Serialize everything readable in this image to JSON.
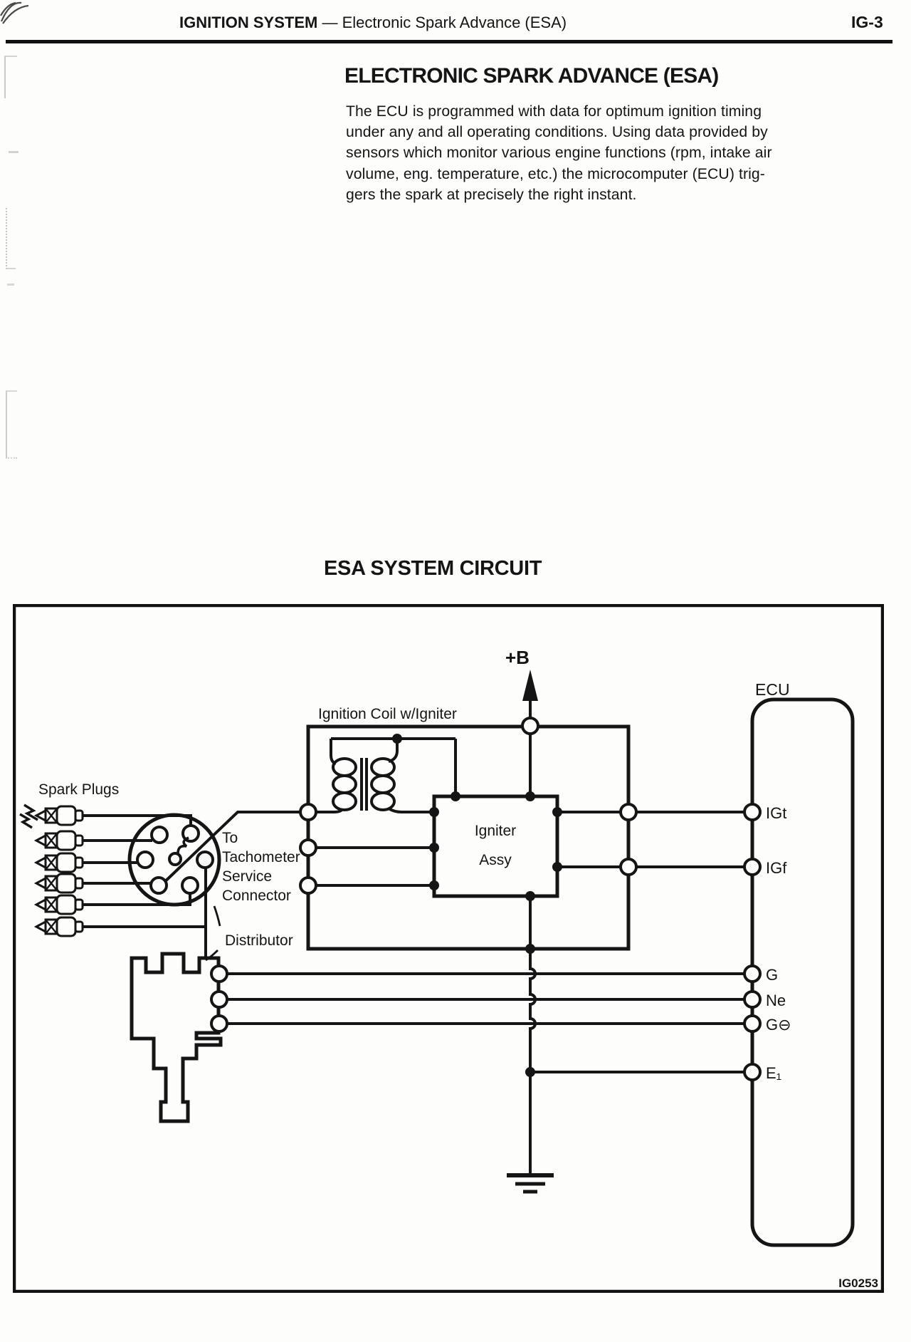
{
  "page": {
    "header": {
      "section": "IGNITION SYSTEM",
      "separator": "—",
      "subsection": "Electronic Spark Advance (ESA)",
      "page_number": "IG-3"
    },
    "title": "ELECTRONIC SPARK ADVANCE (ESA)",
    "intro": [
      "The ECU is programmed with data for optimum ignition timing",
      "under any and all operating conditions. Using data provided by",
      "sensors which monitor various engine functions (rpm, intake air",
      "volume, eng. temperature, etc.) the microcomputer (ECU) trig-",
      "gers the spark at precisely the right instant."
    ],
    "circuit_heading": "ESA SYSTEM CIRCUIT"
  },
  "diagram": {
    "labels": {
      "spark_plugs": "Spark Plugs",
      "tach": [
        "To",
        "Tachometer",
        "Service",
        "Connector"
      ],
      "distributor": "Distributor",
      "coil": "Ignition Coil w/Igniter",
      "igniter": [
        "Igniter",
        "Assy"
      ],
      "ecu": "ECU",
      "plus_b": "+B"
    },
    "terminals": {
      "igt": "IGt",
      "igf": "IGf",
      "g": "G",
      "ne": "Ne",
      "gminus": "G⊖",
      "e1": "E₁"
    },
    "figure_id": "IG0253",
    "colors": {
      "ink": "#151515",
      "paper": "#fdfdfc"
    }
  }
}
